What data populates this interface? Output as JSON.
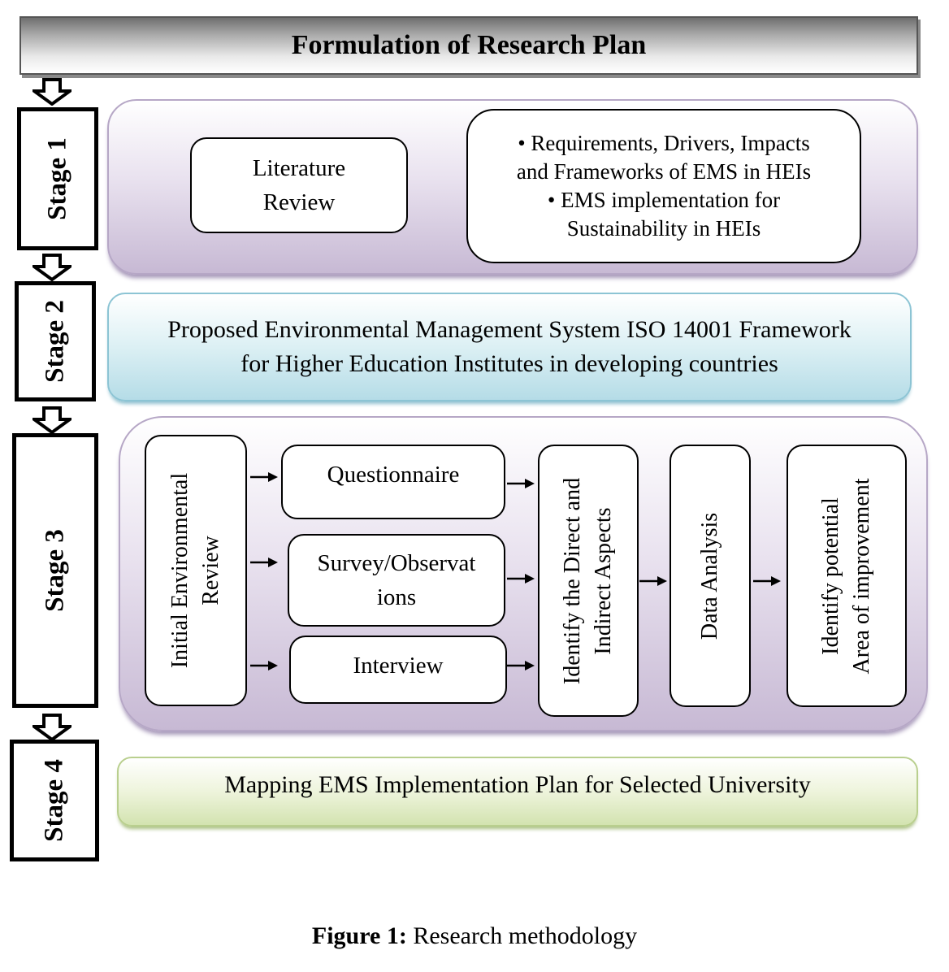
{
  "header": {
    "title": "Formulation of Research Plan"
  },
  "stages": {
    "s1": "Stage 1",
    "s2": "Stage 2",
    "s3": "Stage 3",
    "s4": "Stage 4"
  },
  "stage1": {
    "literature_review": [
      "Literature",
      "Review"
    ],
    "bullets": [
      [
        "Requirements, Drivers, Impacts",
        "and Frameworks of EMS in HEIs"
      ],
      [
        "EMS implementation for",
        "Sustainability in HEIs"
      ]
    ]
  },
  "stage2": {
    "lines": [
      "Proposed Environmental Management System ISO 14001 Framework",
      "for Higher Education Institutes in developing countries"
    ]
  },
  "stage3": {
    "initial_review": [
      "Initial Environmental",
      "Review"
    ],
    "questionnaire": "Questionnaire",
    "survey": [
      "Survey/Observat",
      "ions"
    ],
    "interview": "Interview",
    "identify_aspects": [
      "Identify the Direct and",
      "Indirect Aspects"
    ],
    "data_analysis": "Data Analysis",
    "improvement": [
      "Identify potential",
      "Area of improvement"
    ]
  },
  "stage4": {
    "text": "Mapping EMS Implementation Plan for Selected University"
  },
  "caption": {
    "label": "Figure 1:",
    "text": "Research methodology"
  }
}
